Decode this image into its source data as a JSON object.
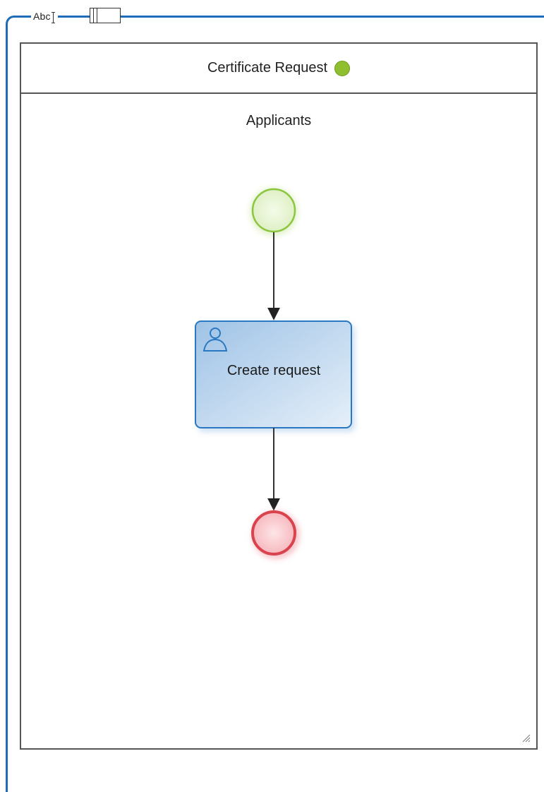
{
  "container": {
    "label": "Abc",
    "accent_color": "#1e6bb8"
  },
  "pool": {
    "title": "Certificate Request",
    "status_color": "#8fbf2f",
    "lane": "Applicants"
  },
  "flow": {
    "task": {
      "label": "Create request",
      "icon": "user-icon"
    },
    "start_event": {
      "color": "#8cc63f"
    },
    "end_event": {
      "color": "#d9434e"
    }
  }
}
